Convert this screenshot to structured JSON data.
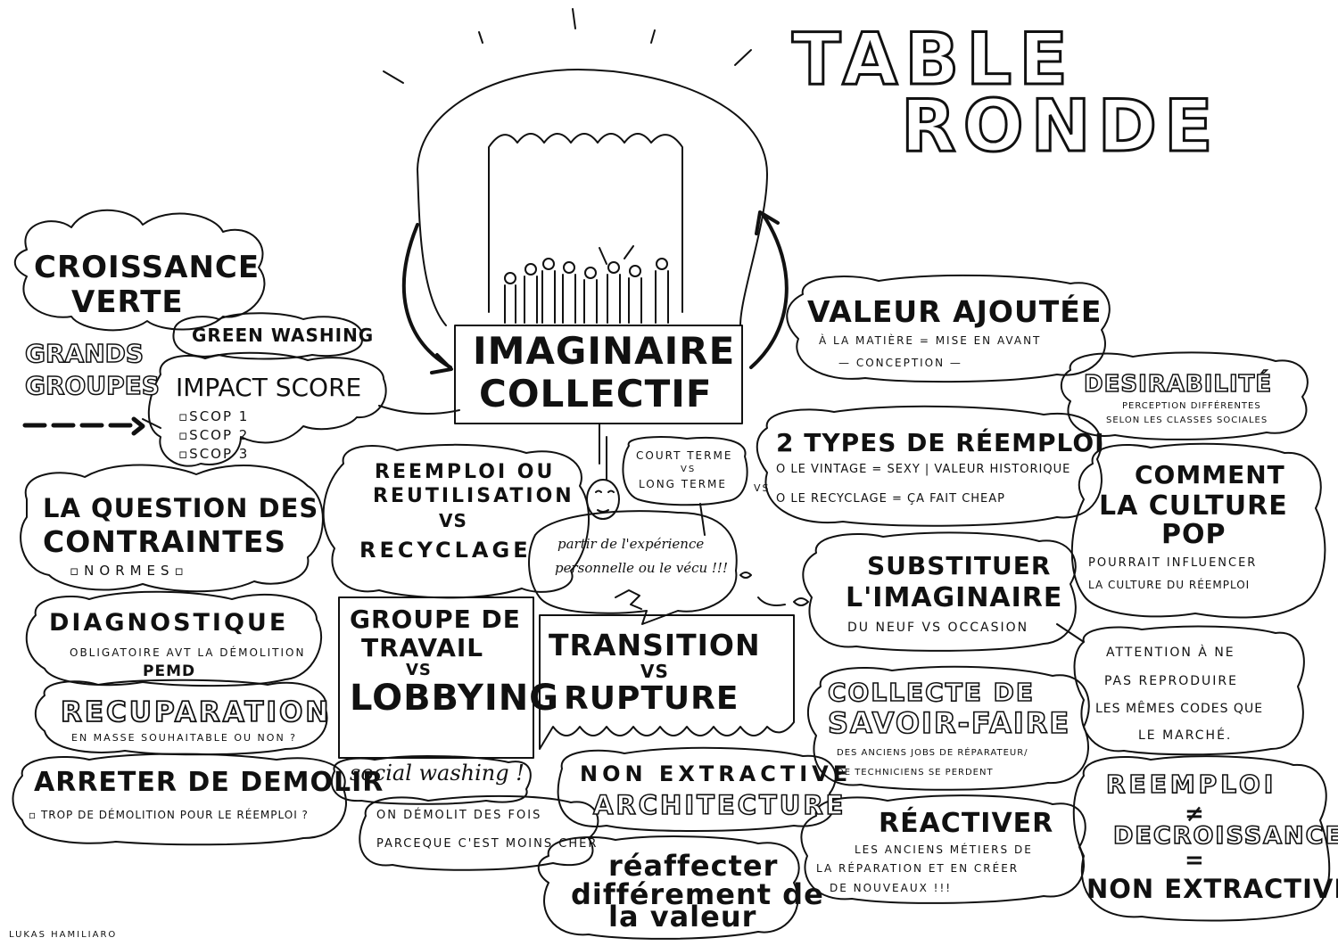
{
  "title": {
    "line1": "TABLE",
    "line2": "RONDE"
  },
  "center": {
    "line1": "IMAGINAIRE",
    "line2": "COLLECTIF"
  },
  "left": {
    "croissance_1": "CROISSANCE",
    "croissance_2": "VERTE",
    "green_washing": "GREEN WASHING",
    "grands": "GRANDS",
    "groupes": "GROUPES",
    "impact": "IMPACT SCORE",
    "scop1": "▫SCOP 1",
    "scop2": "▫SCOP 2",
    "scop3": "▫SCOP 3",
    "question_1": "LA QUESTION DES",
    "question_2": "CONTRAINTES",
    "normes": "▫NORMES▫",
    "diag": "DIAGNOSTIQUE",
    "diag_sub": "OBLIGATOIRE AVT LA DÉMOLITION",
    "pemd": "PEMD",
    "recup": "RECUPARATION",
    "recup_sub": "EN MASSE SOUHAITABLE OU NON ?",
    "arreter": "ARRETER DE DEMOLIR",
    "arreter_sub": "▫ TROP DE DÉMOLITION POUR LE RÉEMPLOI ?",
    "signature": "LUKAS HAMILIARO"
  },
  "middle": {
    "reemploi_1": "REEMPLOI OU",
    "reemploi_2": "REUTILISATION",
    "reemploi_vs": "VS",
    "reemploi_3": "RECYCLAGE",
    "court_1": "COURT TERME",
    "court_vs": "VS",
    "court_2": "LONG TERME",
    "vs_side": "VS",
    "partir_1": "partir de l'expérience",
    "partir_2": "personnelle ou le vécu !!!",
    "groupe_1": "GROUPE DE",
    "groupe_2": "TRAVAIL",
    "groupe_vs": "VS",
    "groupe_3": "LOBBYING",
    "transition_1": "TRANSITION",
    "transition_vs": "VS",
    "transition_2": "RUPTURE",
    "social": "social washing !",
    "demolit_1": "ON DÉMOLIT DES FOIS",
    "demolit_2": "PARCEQUE C'EST MOINS CHER",
    "nonextr_1": "NON EXTRACTIVE",
    "nonextr_2": "ARCHITECTURE",
    "reaff_1": "réaffecter",
    "reaff_2": "différement de",
    "reaff_3": "la valeur"
  },
  "right": {
    "valeur": "VALEUR AJOUTÉE",
    "valeur_1": "À LA MATIÈRE = MISE EN AVANT",
    "valeur_2": "— CONCEPTION —",
    "desir": "DESIRABILITÉ",
    "desir_1": "PERCEPTION DIFFÉRENTES",
    "desir_2": "SELON LES CLASSES SOCIALES",
    "types": "2 TYPES DE RÉEMPLOI",
    "types_1": "O LE VINTAGE = SEXY | VALEUR HISTORIQUE",
    "types_2": "O LE RECYCLAGE = ÇA FAIT CHEAP",
    "comment_1": "COMMENT",
    "comment_2": "LA CULTURE",
    "comment_3": "POP",
    "comment_4": "POURRAIT INFLUENCER",
    "comment_5": "LA CULTURE DU RÉEMPLOI",
    "subst_1": "SUBSTITUER",
    "subst_2": "L'IMAGINAIRE",
    "subst_3": "DU NEUF VS OCCASION",
    "attention_1": "ATTENTION À NE",
    "attention_2": "PAS REPRODUIRE",
    "attention_3": "LES MÊMES CODES QUE",
    "attention_4": "LE MARCHÉ.",
    "collecte_1": "COLLECTE DE",
    "collecte_2": "SAVOIR-FAIRE",
    "collecte_3": "DES ANCIENS JOBS DE RÉPARATEUR/",
    "collecte_4": "DE TECHNICIENS SE PERDENT",
    "react": "RÉACTIVER",
    "react_1": "LES ANCIENS MÉTIERS DE",
    "react_2": "LA RÉPARATION ET EN CRÉER",
    "react_3": "DE NOUVEAUX !!!",
    "reemp_1": "REEMPLOI",
    "reemp_neq": "≠",
    "reemp_2": "DECROISSANCE",
    "reemp_eq": "=",
    "reemp_3": "NON EXTRACTIVISTE"
  }
}
